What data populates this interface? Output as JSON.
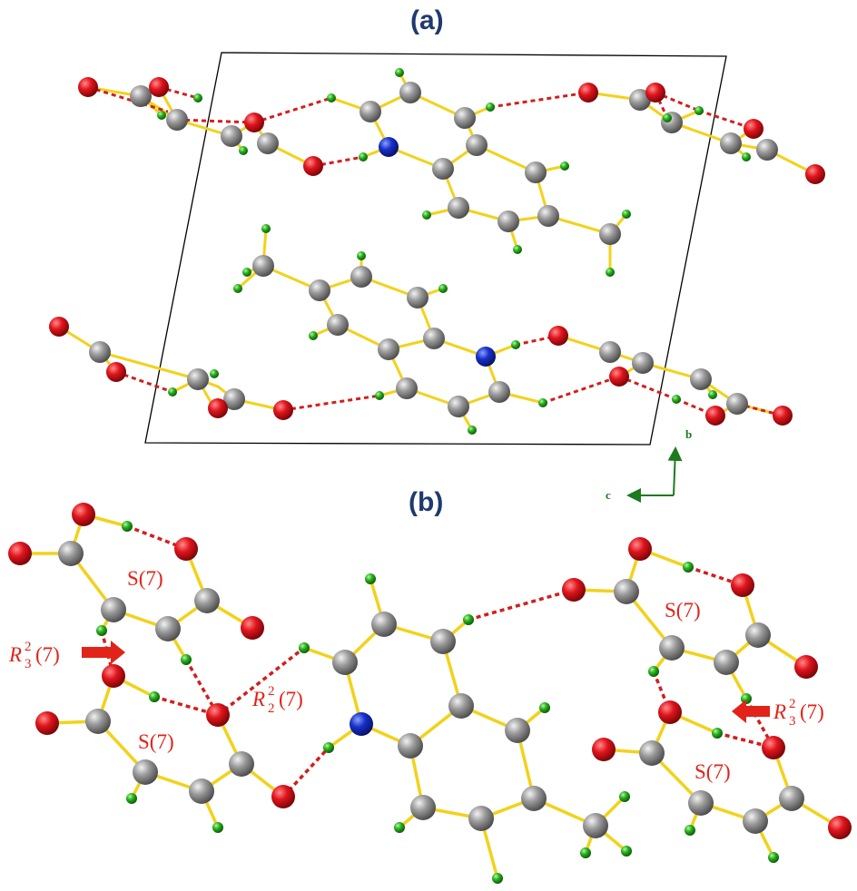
{
  "panels": {
    "a": {
      "label": "(a)"
    },
    "b": {
      "label": "(b)"
    }
  },
  "axes": {
    "b": "b",
    "c": "c"
  },
  "motifs": {
    "ring_s7": "S(7)",
    "r27_main": "R",
    "r27_sup": "2",
    "r27_sub": "2",
    "r27_tail": "(7)",
    "r37_main": "R",
    "r37_sup": "2",
    "r37_sub": "3",
    "r37_tail": "(7)"
  },
  "colors": {
    "oxygen": "#e0141c",
    "nitrogen": "#1730c9",
    "carbon": "#8f8f8f",
    "hydrogen": "#27b21c",
    "bond": "#f2d21b",
    "hbond": "#d41d1d",
    "cell": "#000000",
    "axis": "#1e7a1e",
    "label": "#1f3a6e",
    "annotation": "#e2231a"
  }
}
